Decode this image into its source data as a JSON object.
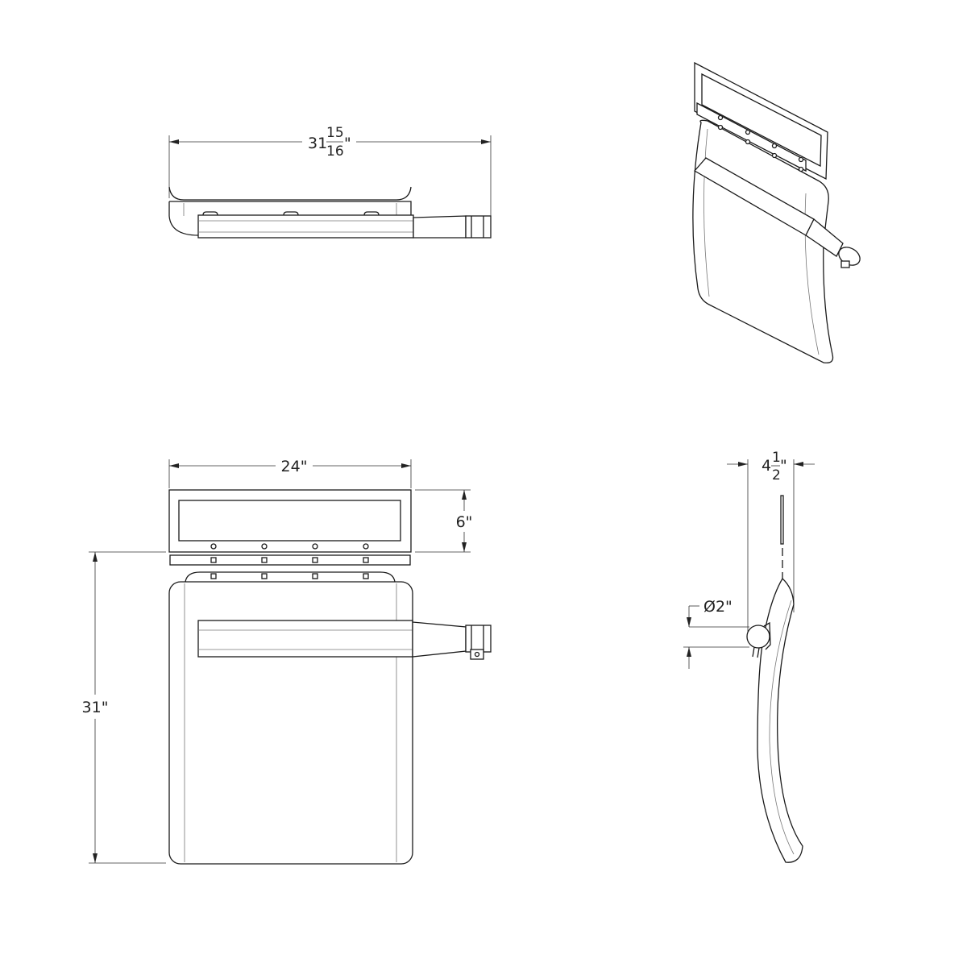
{
  "dimensions": {
    "top_width": {
      "whole": "31",
      "numerator": "15",
      "denominator": "16",
      "unit": "\""
    },
    "front_width": "24\"",
    "sign_height": "6\"",
    "panel_height": "31\"",
    "side_depth": {
      "whole": "4",
      "numerator": "1",
      "denominator": "2",
      "unit": "\""
    },
    "tube_diameter": "Ø2\""
  },
  "colors": {
    "line": "#1a1a1a",
    "dimension": "#333333",
    "background": "#ffffff"
  }
}
